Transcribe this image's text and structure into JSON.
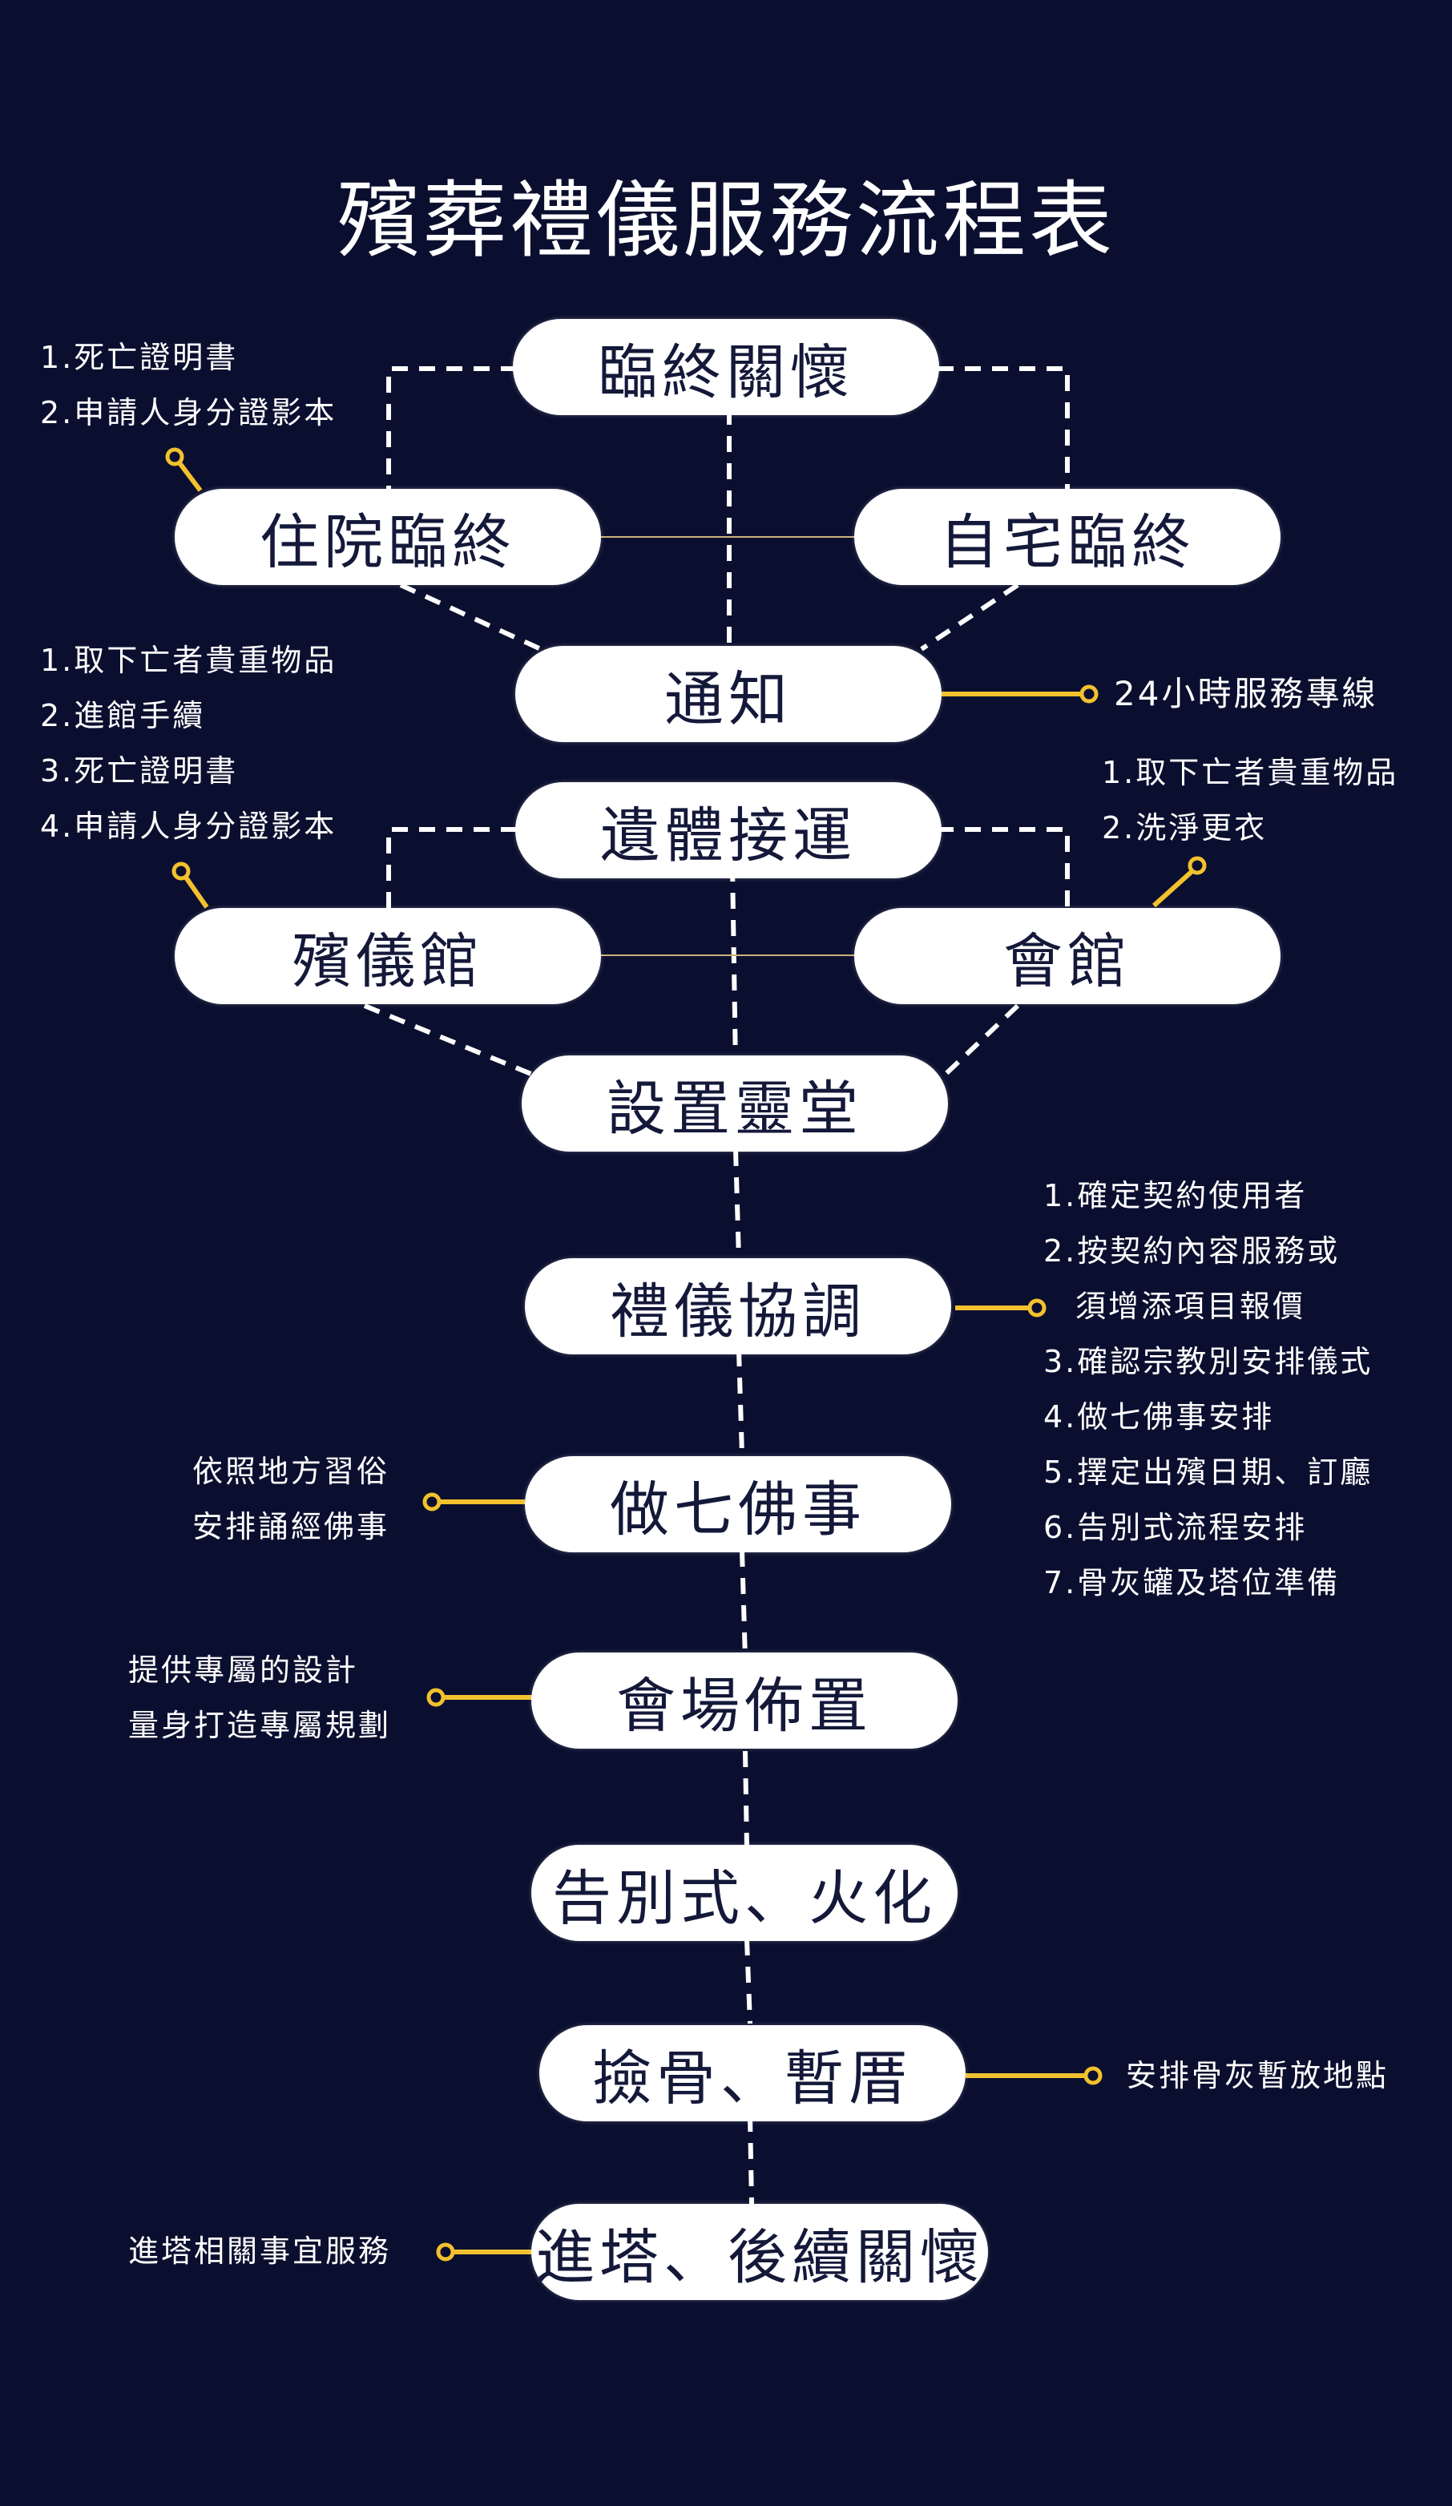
{
  "title": "殯葬禮儀服務流程表",
  "colors": {
    "background": "#0b0f2f",
    "node": "#ffffff",
    "node_text": "#14193a",
    "accent": "#f2c12e",
    "connector": "#ffffff"
  },
  "nodes": {
    "care_end_of_life": "臨終關懷",
    "hospital_death": "住院臨終",
    "home_death": "自宅臨終",
    "notify": "通知",
    "body_transport": "遺體接運",
    "funeral_home": "殯儀館",
    "hall": "會館",
    "set_altar": "設置靈堂",
    "ritual_coordination": "禮儀協調",
    "seven_rites": "做七佛事",
    "venue_setup": "會場佈置",
    "farewell_cremation": "告別式、火化",
    "bone_collection": "撿骨、暫厝",
    "tower_aftercare": "進塔、後續關懷"
  },
  "notes": {
    "hospital": [
      "1.死亡證明書",
      "2.申請人身分證影本"
    ],
    "notify_hotline": "24小時服務專線",
    "funeral_home": [
      "1.取下亡者貴重物品",
      "2.進館手續",
      "3.死亡證明書",
      "4.申請人身分證影本"
    ],
    "hall": [
      "1.取下亡者貴重物品",
      "2.洗淨更衣"
    ],
    "coordination": [
      "1.確定契約使用者",
      "2.按契約內容服務或",
      "須增添項目報價",
      "3.確認宗教別安排儀式",
      "4.做七佛事安排",
      "5.擇定出殯日期、訂廳",
      "6.告別式流程安排",
      "7.骨灰罐及塔位準備"
    ],
    "seven_rites": [
      "依照地方習俗",
      "安排誦經佛事"
    ],
    "venue": [
      "提供專屬的設計",
      "量身打造專屬規劃"
    ],
    "bone": "安排骨灰暫放地點",
    "tower": "進塔相關事宜服務"
  }
}
